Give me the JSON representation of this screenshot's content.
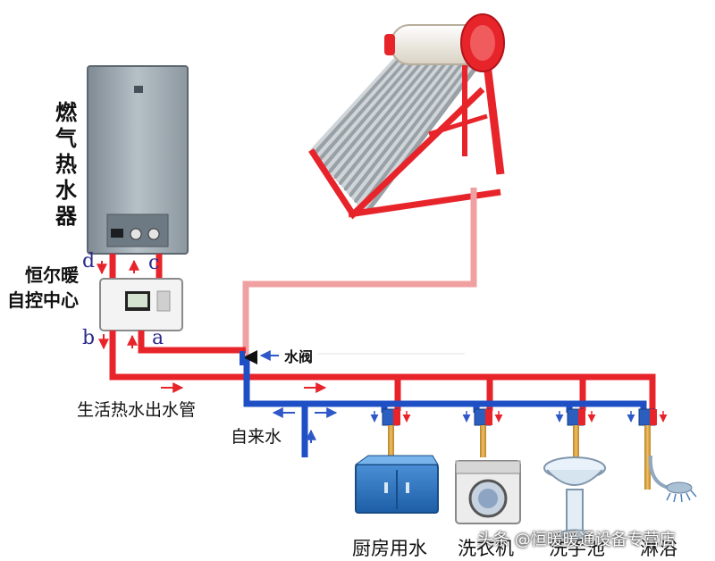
{
  "heater_label_chars": [
    "燃",
    "气",
    "热",
    "水",
    "器"
  ],
  "control_center": {
    "line1": "恒尔暖",
    "line2": "自控中心"
  },
  "ports": {
    "d": "d",
    "c": "c",
    "b": "b",
    "a": "a"
  },
  "valve_label": "水阀",
  "hot_pipe_label": "生活热水出水管",
  "cold_pipe_label": "自来水",
  "fixtures": [
    "厨房用水",
    "洗衣机",
    "洗手池",
    "淋浴"
  ],
  "watermark": "头条 @恒暖暖通设备专营店",
  "colors": {
    "hot": "#e8242b",
    "cold": "#1e4fc4",
    "solar_pipe": "#f0a0a0",
    "arrow_blue": "#2e58c8",
    "arrow_red": "#e8242b"
  },
  "icons": [
    "gas-water-heater",
    "solar-water-heater",
    "control-box",
    "water-valve",
    "kitchen-sink-cabinet",
    "washing-machine",
    "wash-basin",
    "shower-head"
  ]
}
